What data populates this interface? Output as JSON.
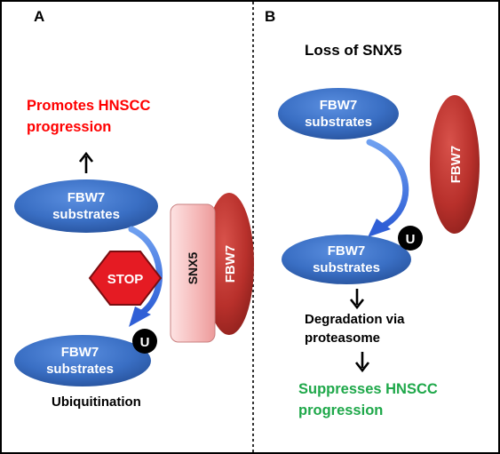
{
  "panel_a": {
    "label": "A",
    "outcome_line1": "Promotes HNSCC",
    "outcome_line2": "progression",
    "substrate_top": {
      "line1": "FBW7",
      "line2": "substrates"
    },
    "substrate_bottom": {
      "line1": "FBW7",
      "line2": "substrates"
    },
    "stop_sign": "STOP",
    "snx5": "SNX5",
    "fbw7": "FBW7",
    "ubiquitin_badge": "U",
    "caption": "Ubiquitination"
  },
  "panel_b": {
    "label": "B",
    "title": "Loss of SNX5",
    "substrate_top": {
      "line1": "FBW7",
      "line2": "substrates"
    },
    "substrate_bottom": {
      "line1": "FBW7",
      "line2": "substrates"
    },
    "fbw7": "FBW7",
    "ubiquitin_badge": "U",
    "degradation_line1": "Degradation via",
    "degradation_line2": "proteasome",
    "outcome_line1": "Suppresses HNSCC",
    "outcome_line2": "progression"
  },
  "colors": {
    "substrate_blue": "#3a6fc4",
    "fbw7_red": "#b8302b",
    "snx5_pink": "#f5b8b8",
    "stop_red": "#e51b23",
    "arrow_blue": "#2f5fd6",
    "outcome_red": "#ff0000",
    "outcome_green": "#1fa84a"
  }
}
